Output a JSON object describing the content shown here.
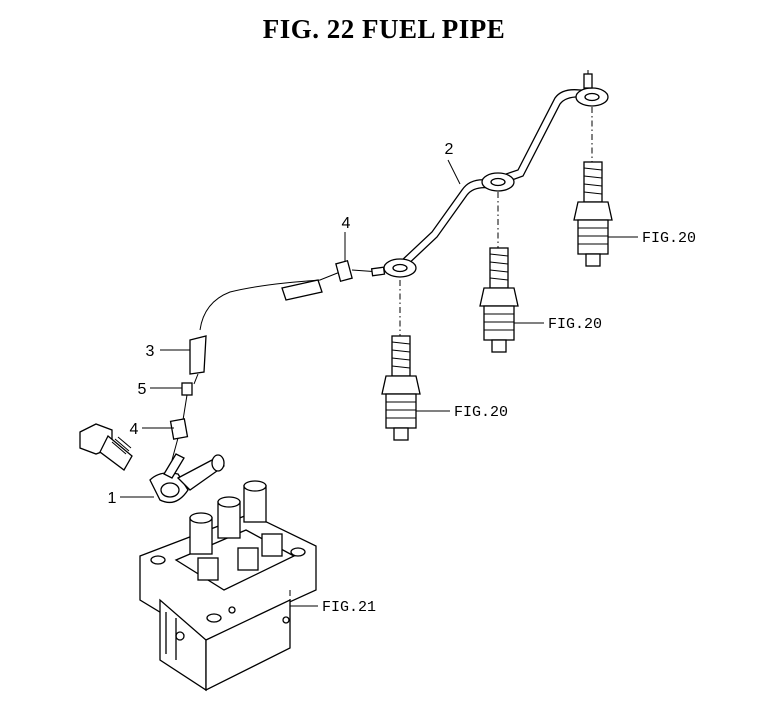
{
  "title": "FIG. 22  FUEL PIPE",
  "callouts": {
    "part_1": "1",
    "part_2": "2",
    "part_3": "3",
    "part_4_upper": "4",
    "part_4_lower": "4",
    "part_5": "5"
  },
  "references": {
    "injector_1": "FIG.20",
    "injector_2": "FIG.20",
    "injector_3": "FIG.20",
    "pump": "FIG.21"
  },
  "colors": {
    "ink": "#000000",
    "paper": "#ffffff"
  }
}
